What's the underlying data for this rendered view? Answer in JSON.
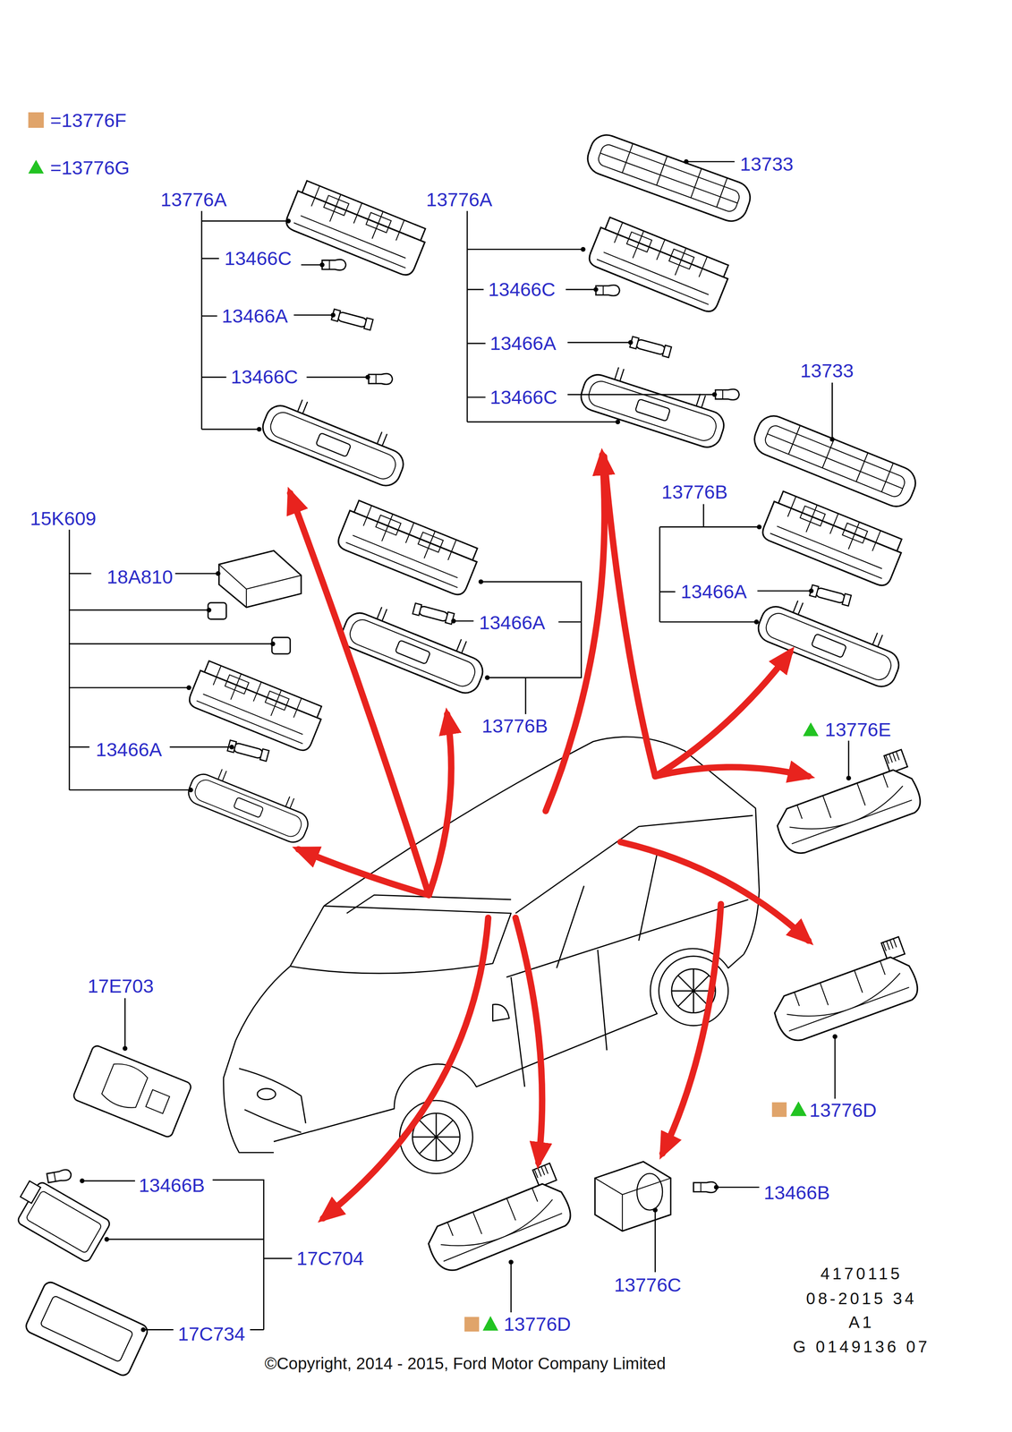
{
  "diagram": {
    "labels": [
      "13776A",
      "13776A",
      "13733",
      "13466C",
      "13466C",
      "13466A",
      "13466A",
      "13466C",
      "13466C",
      "13733",
      "13776B",
      "15K609",
      "18A810",
      "13466A",
      "13466A",
      "13776B",
      "13776E",
      "13466A",
      "17E703",
      "13776D",
      "13466B",
      "13466B",
      "17C704",
      "13776C",
      "13776D",
      "17C734",
      "4170115",
      "08-2015 34",
      "A1",
      "G 0149136 07",
      "©Copyright, 2014 - 2015, Ford Motor Company Limited"
    ],
    "legend": [
      {
        "text": "=13776F",
        "color": "#e0a46a"
      },
      {
        "text": "=13776G"
      }
    ]
  }
}
